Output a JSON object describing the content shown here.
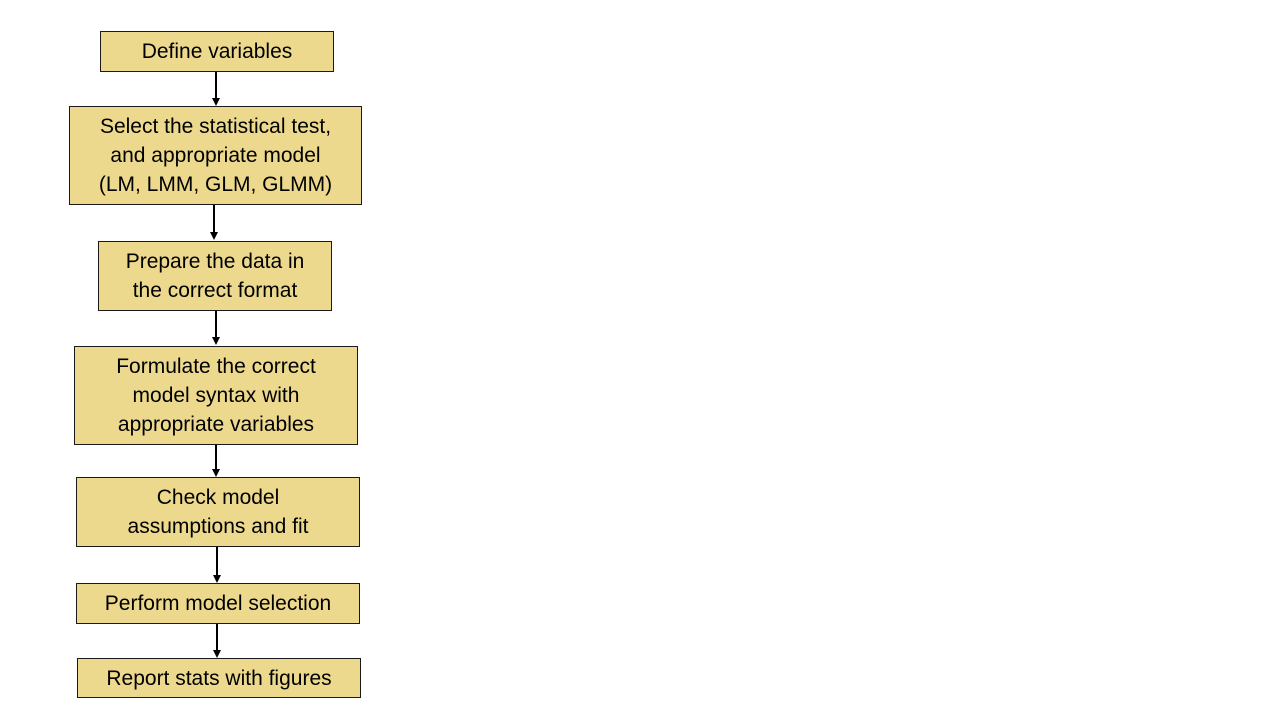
{
  "diagram": {
    "type": "flowchart",
    "direction": "top-to-bottom",
    "colors": {
      "box_fill": "#ecd98d",
      "box_border": "#1a1a1a",
      "arrow": "#000000",
      "text": "#000000",
      "background": "#ffffff"
    },
    "steps": [
      {
        "lines": [
          "Define variables"
        ]
      },
      {
        "lines": [
          "Select the statistical test,",
          "and appropriate model",
          "(LM, LMM, GLM, GLMM)"
        ]
      },
      {
        "lines": [
          "Prepare the data in",
          "the correct format"
        ]
      },
      {
        "lines": [
          "Formulate the correct",
          "model syntax with",
          "appropriate variables"
        ]
      },
      {
        "lines": [
          "Check model",
          "assumptions and fit"
        ]
      },
      {
        "lines": [
          "Perform model selection"
        ]
      },
      {
        "lines": [
          "Report stats with figures"
        ]
      }
    ],
    "edges": [
      {
        "from": 0,
        "to": 1
      },
      {
        "from": 1,
        "to": 2
      },
      {
        "from": 2,
        "to": 3
      },
      {
        "from": 3,
        "to": 4
      },
      {
        "from": 4,
        "to": 5
      },
      {
        "from": 5,
        "to": 6
      }
    ]
  }
}
